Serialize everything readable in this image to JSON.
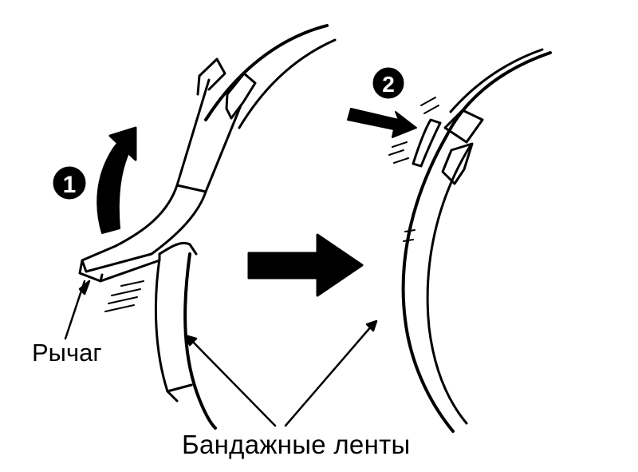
{
  "labels": {
    "lever": "Рычаг",
    "bands": "Бандажные ленты"
  },
  "steps": [
    {
      "number": "1"
    },
    {
      "number": "2"
    }
  ],
  "colors": {
    "ink": "#000000",
    "paper": "#ffffff"
  }
}
